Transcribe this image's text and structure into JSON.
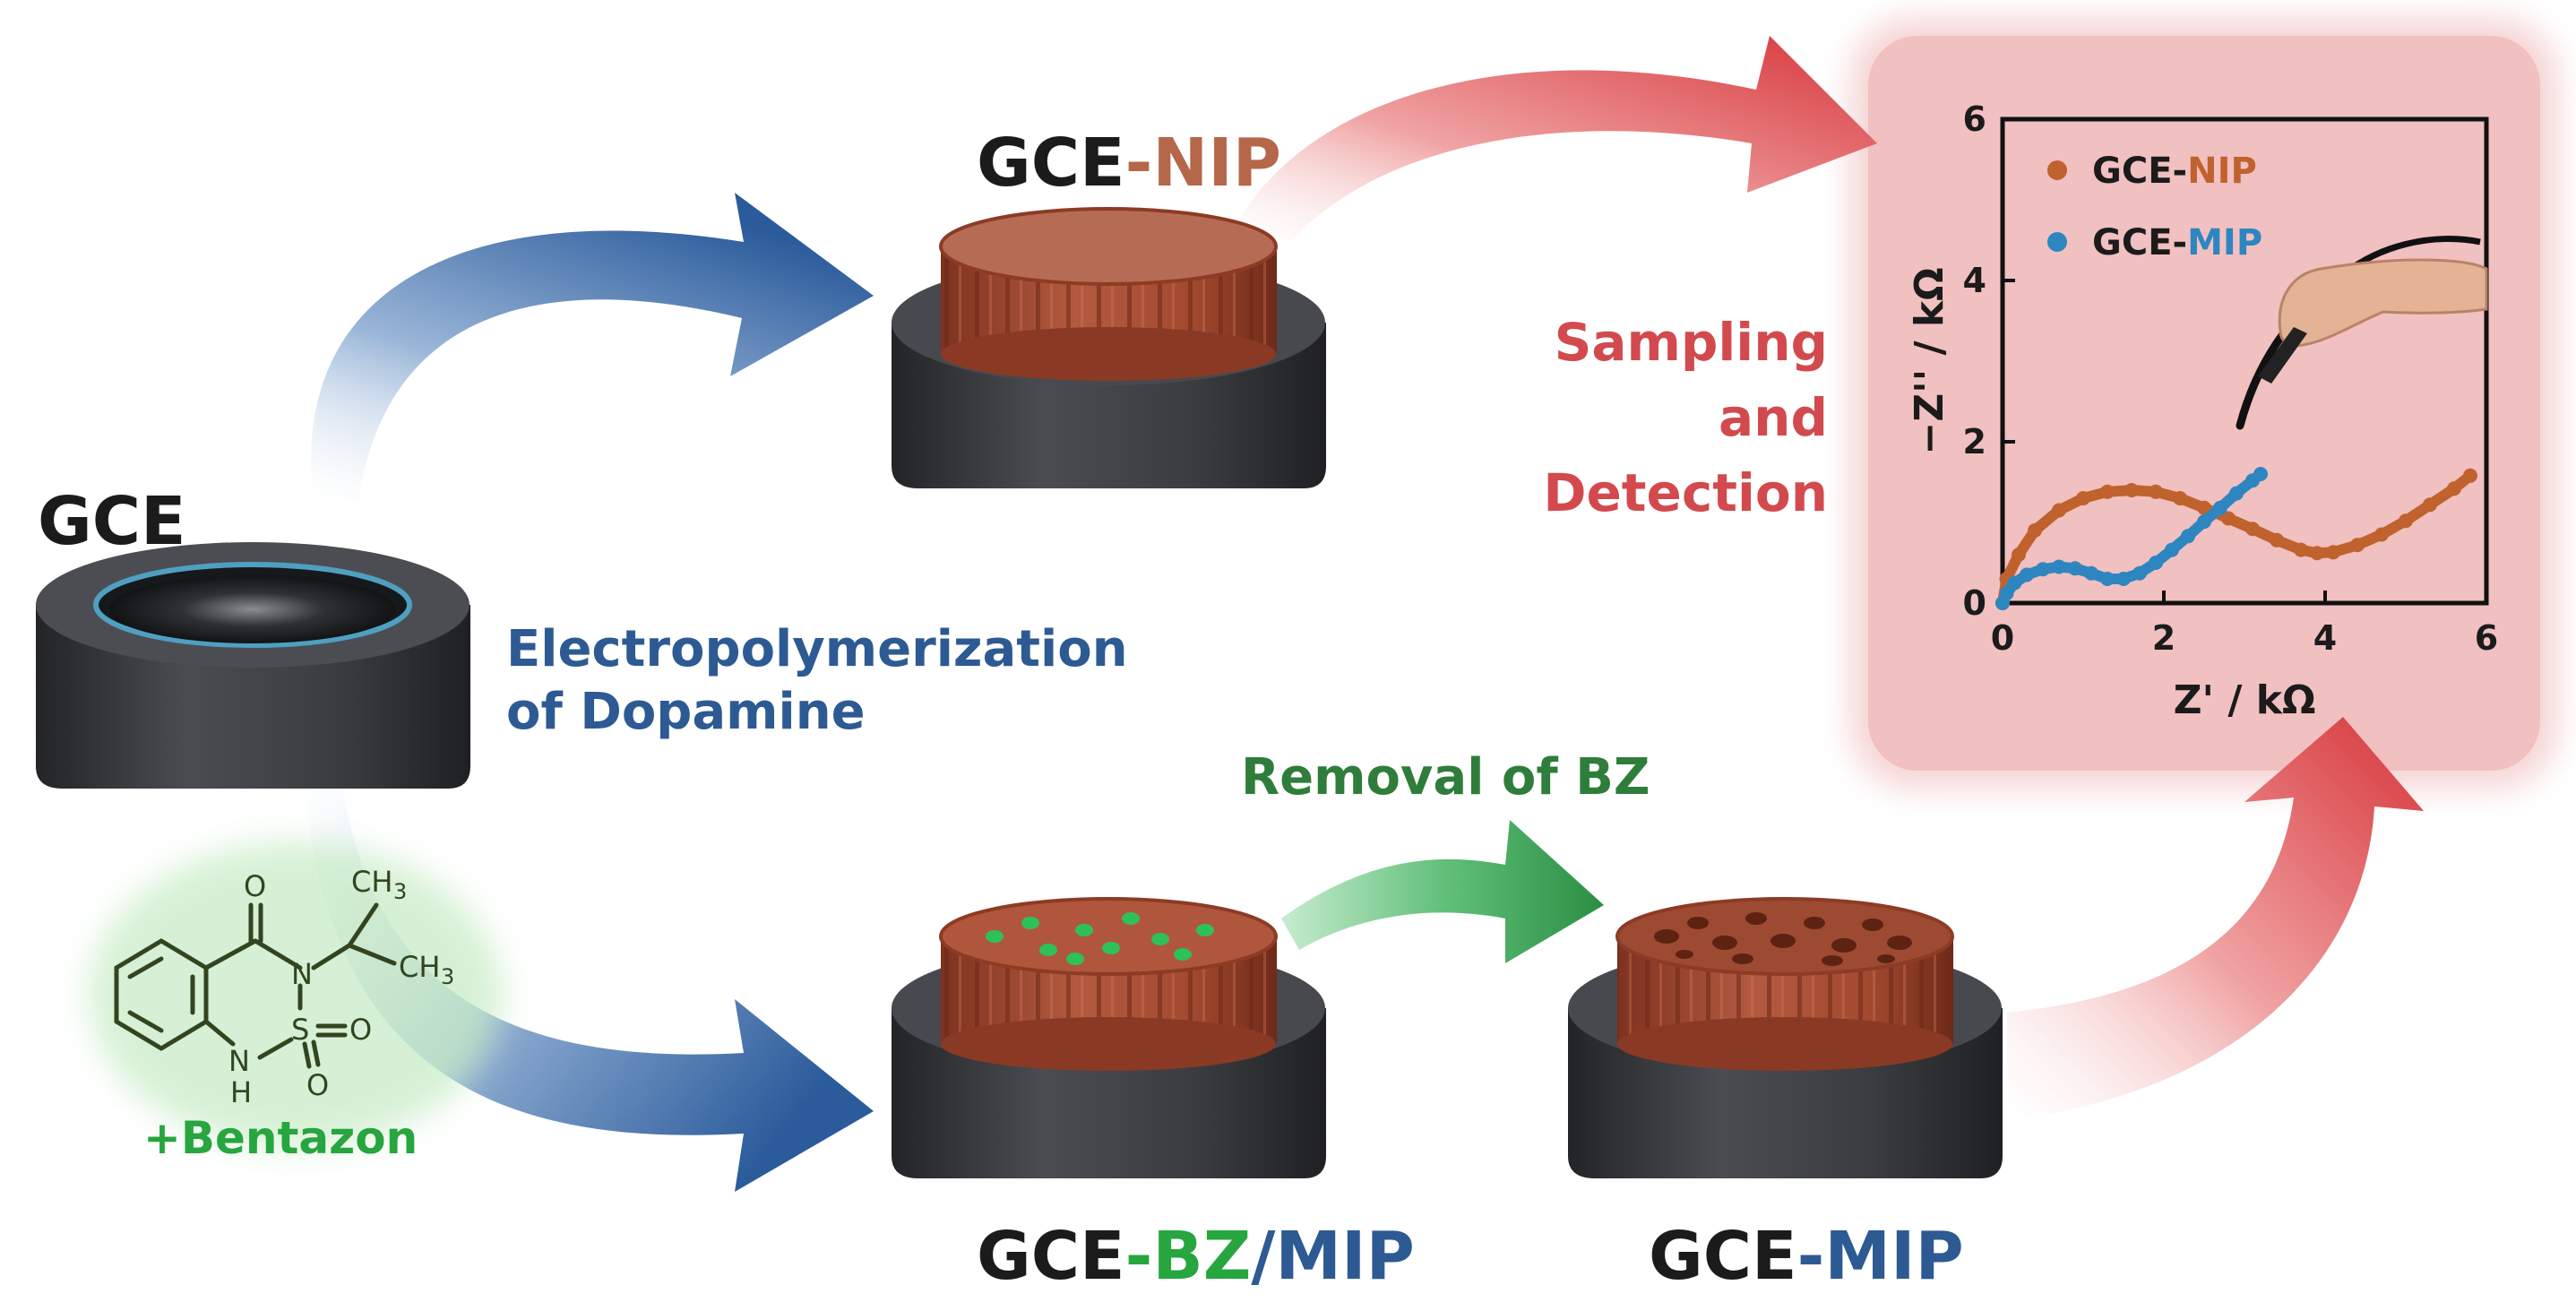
{
  "labels": {
    "gce": "GCE",
    "gce_nip": {
      "prefix": "GCE",
      "dash": "-",
      "suffix": "NIP"
    },
    "gce_bz_mip": {
      "prefix": "GCE",
      "dash": "-",
      "bz": "BZ",
      "slash": "/",
      "mip": "MIP"
    },
    "gce_mip": {
      "prefix": "GCE",
      "dash": "-",
      "suffix": "MIP"
    },
    "electropolymerization": [
      "Electropolymerization",
      "of Dopamine"
    ],
    "removal": "Removal of BZ",
    "sampling": [
      "Sampling",
      "and",
      "Detection"
    ],
    "bentazon": "+Bentazon",
    "molecule_atoms": {
      "o_top": "O",
      "n_ring": "N",
      "ch3_top": "CH",
      "ch3_right": "CH",
      "three": "3",
      "s": "S",
      "so2_o_right": "O",
      "o_bottom": "O",
      "n_h": "N",
      "h": "H"
    }
  },
  "colors": {
    "electrode_body": "#3b3d41",
    "polymer": "#a94f37",
    "blue_arrow": "#2f5f9e",
    "red_arrow": "#d93b3f",
    "green_arrow": "#2f9a48",
    "nip_series": "#c0622d",
    "mip_series": "#2e86c1",
    "inset_background": "#f3c5c5"
  },
  "chart_data": {
    "type": "scatter",
    "xlabel": "Z' / kΩ",
    "ylabel": "−Z'' / kΩ",
    "xlim": [
      0,
      6
    ],
    "ylim": [
      0,
      6
    ],
    "xticks": [
      "0",
      "2",
      "4",
      "6"
    ],
    "yticks": [
      "0",
      "2",
      "4",
      "6"
    ],
    "legend_position": "top-left",
    "series": [
      {
        "name": "GCE-NIP",
        "name_prefix": "GCE-",
        "name_suffix": "NIP",
        "color": "#c0622d",
        "x": [
          0.0,
          0.05,
          0.2,
          0.4,
          0.7,
          1.0,
          1.3,
          1.6,
          1.9,
          2.2,
          2.5,
          2.8,
          3.1,
          3.4,
          3.7,
          3.9,
          4.1,
          4.4,
          4.7,
          5.0,
          5.3,
          5.6,
          5.8
        ],
        "y": [
          0.0,
          0.3,
          0.6,
          0.9,
          1.15,
          1.3,
          1.38,
          1.4,
          1.38,
          1.3,
          1.18,
          1.05,
          0.92,
          0.78,
          0.66,
          0.62,
          0.63,
          0.72,
          0.85,
          1.02,
          1.22,
          1.42,
          1.58
        ]
      },
      {
        "name": "GCE-MIP",
        "name_prefix": "GCE-",
        "name_suffix": "MIP",
        "color": "#2e86c1",
        "x": [
          0.0,
          0.05,
          0.15,
          0.3,
          0.5,
          0.7,
          0.9,
          1.1,
          1.3,
          1.5,
          1.7,
          1.9,
          2.1,
          2.3,
          2.5,
          2.7,
          2.9,
          3.1,
          3.2
        ],
        "y": [
          0.0,
          0.12,
          0.25,
          0.35,
          0.42,
          0.45,
          0.43,
          0.37,
          0.3,
          0.3,
          0.37,
          0.5,
          0.66,
          0.83,
          1.01,
          1.18,
          1.36,
          1.52,
          1.6
        ]
      }
    ]
  }
}
